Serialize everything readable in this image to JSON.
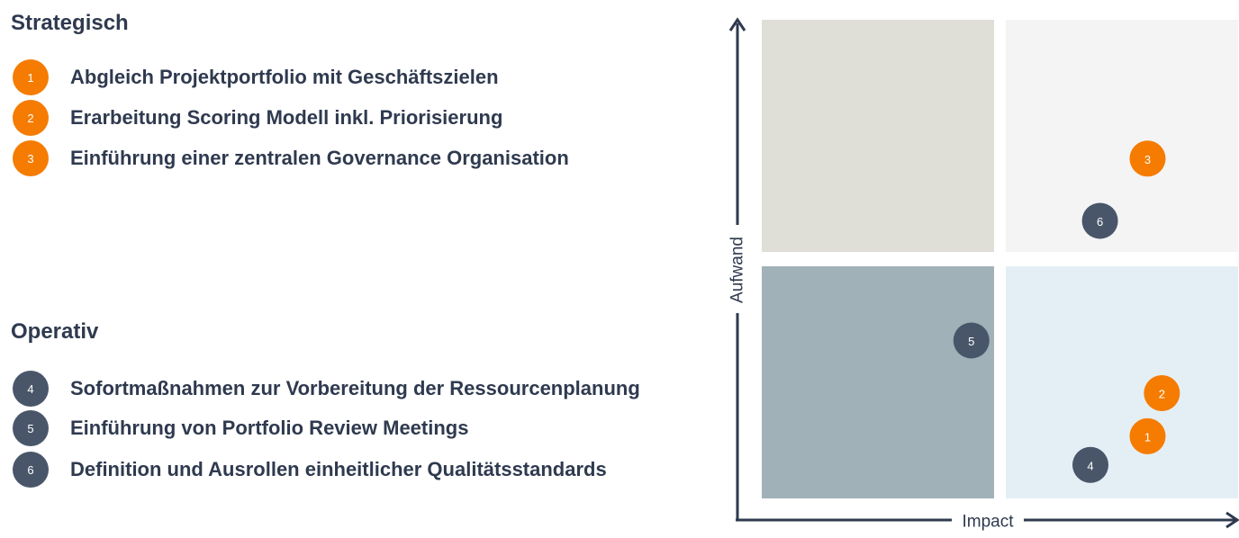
{
  "strategic": {
    "title": "Strategisch",
    "items": [
      {
        "num": "1",
        "label": "Abgleich Projektportfolio mit Geschäftszielen"
      },
      {
        "num": "2",
        "label": "Erarbeitung Scoring Modell inkl. Priorisierung"
      },
      {
        "num": "3",
        "label": "Einführung einer zentralen Governance Organisation"
      }
    ]
  },
  "operative": {
    "title": "Operativ",
    "items": [
      {
        "num": "4",
        "label": "Sofortmaßnahmen zur Vorbereitung der Ressourcenplanung"
      },
      {
        "num": "5",
        "label": "Einführung von Portfolio Review Meetings"
      },
      {
        "num": "6",
        "label": "Definition und Ausrollen einheitlicher Qualitätsstandards"
      }
    ]
  },
  "matrix": {
    "x_axis_label": "Impact",
    "y_axis_label": "Aufwand",
    "quadrant_colors": {
      "top_left": "#dfded7",
      "top_right": "#f4f4f4",
      "bottom_left": "#a0b1b8",
      "bottom_right": "#e4eff5"
    },
    "colors": {
      "strategic": "#f57c00",
      "operative": "#49566a",
      "axis": "#2f3a4f"
    },
    "points": [
      {
        "num": "3",
        "group": "strategic",
        "impact": 0.81,
        "effort": 0.71
      },
      {
        "num": "6",
        "group": "operative",
        "impact": 0.71,
        "effort": 0.58
      },
      {
        "num": "5",
        "group": "operative",
        "impact": 0.44,
        "effort": 0.33
      },
      {
        "num": "2",
        "group": "strategic",
        "impact": 0.84,
        "effort": 0.22
      },
      {
        "num": "1",
        "group": "strategic",
        "impact": 0.81,
        "effort": 0.13
      },
      {
        "num": "4",
        "group": "operative",
        "impact": 0.69,
        "effort": 0.07
      }
    ]
  }
}
